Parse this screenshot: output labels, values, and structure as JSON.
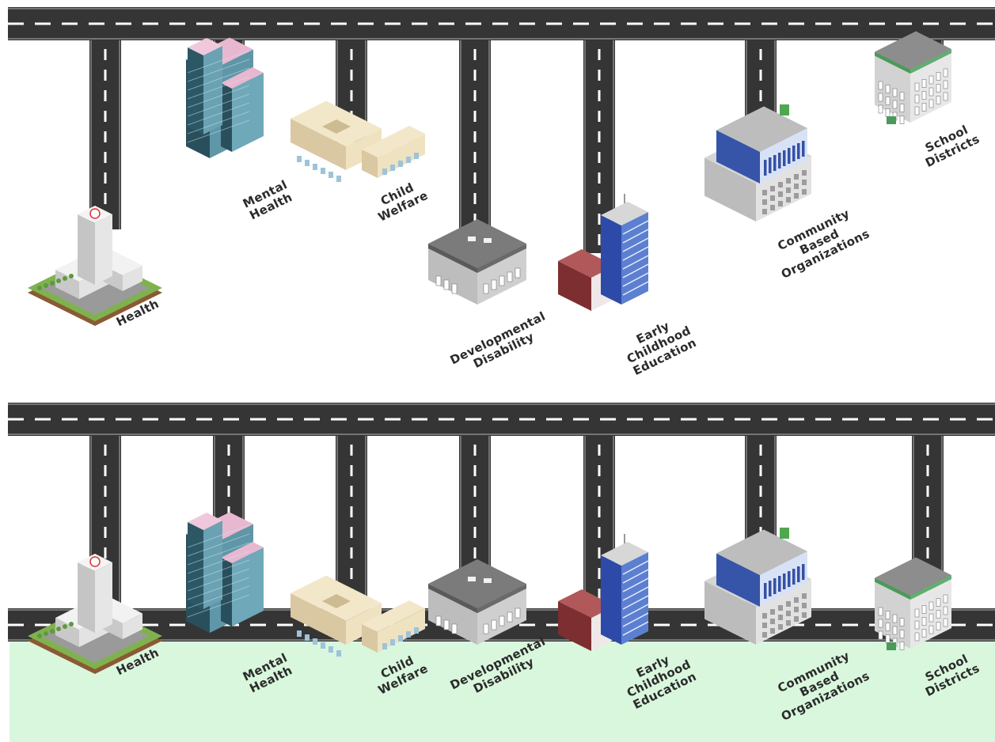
{
  "colors": {
    "road": "#353535",
    "road_edge": "#9a9a9a",
    "lane_marking": "#ffffff",
    "panel_background": "#ffffff",
    "connected_ground": "#d9f7dd",
    "label_text": "#2b2b2b"
  },
  "panels": [
    {
      "id": "disconnected",
      "buildings": [
        {
          "key": "health",
          "icon": "hospital-building-icon",
          "label_lines": [
            "Health"
          ]
        },
        {
          "key": "mental-health",
          "icon": "glass-tower-icon",
          "label_lines": [
            "Mental",
            "Health"
          ]
        },
        {
          "key": "child-welfare",
          "icon": "office-block-icon",
          "label_lines": [
            "Child",
            "Welfare"
          ]
        },
        {
          "key": "developmental-disability",
          "icon": "grey-building-icon",
          "label_lines": [
            "Developmental",
            "Disability"
          ]
        },
        {
          "key": "early-childhood-education",
          "icon": "brick-and-blue-tower-icon",
          "label_lines": [
            "Early",
            "Childhood",
            "Education"
          ]
        },
        {
          "key": "community-based-organizations",
          "icon": "blue-office-complex-icon",
          "label_lines": [
            "Community",
            "Based",
            "Organizations"
          ]
        },
        {
          "key": "school-districts",
          "icon": "school-building-icon",
          "label_lines": [
            "School",
            "Districts"
          ]
        }
      ]
    },
    {
      "id": "connected",
      "buildings": [
        {
          "key": "health",
          "icon": "hospital-building-icon",
          "label_lines": [
            "Health"
          ]
        },
        {
          "key": "mental-health",
          "icon": "glass-tower-icon",
          "label_lines": [
            "Mental",
            "Health"
          ]
        },
        {
          "key": "child-welfare",
          "icon": "office-block-icon",
          "label_lines": [
            "Child",
            "Welfare"
          ]
        },
        {
          "key": "developmental-disability",
          "icon": "grey-building-icon",
          "label_lines": [
            "Developmental",
            "Disability"
          ]
        },
        {
          "key": "early-childhood-education",
          "icon": "brick-and-blue-tower-icon",
          "label_lines": [
            "Early",
            "Childhood",
            "Education"
          ]
        },
        {
          "key": "community-based-organizations",
          "icon": "blue-office-complex-icon",
          "label_lines": [
            "Community",
            "Based",
            "Organizations"
          ]
        },
        {
          "key": "school-districts",
          "icon": "school-building-icon",
          "label_lines": [
            "School",
            "Districts"
          ]
        }
      ]
    }
  ]
}
